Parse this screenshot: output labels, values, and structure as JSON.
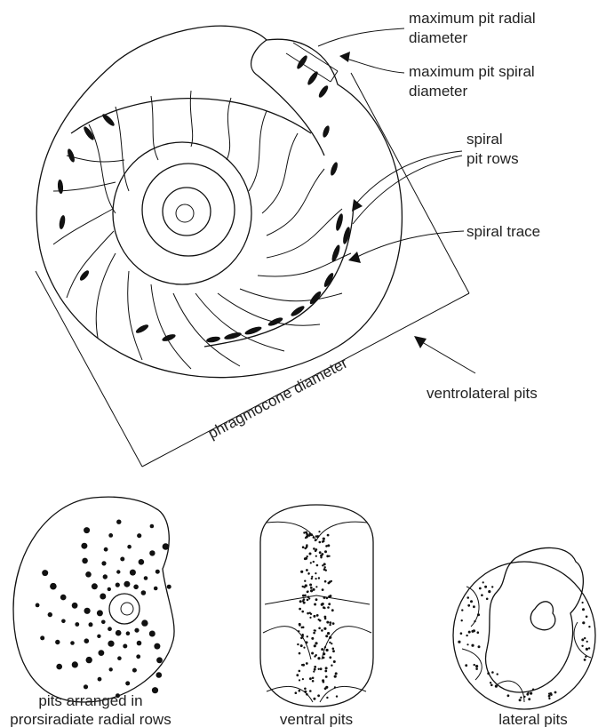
{
  "labels": {
    "max_pit_radial_1": "maximum pit radial",
    "max_pit_radial_2": "diameter",
    "max_pit_spiral_1": "maximum pit spiral",
    "max_pit_spiral_2": "diameter",
    "spiral_pit_rows_1": "spiral",
    "spiral_pit_rows_2": "pit rows",
    "spiral_trace": "spiral trace",
    "phragmocone_diameter": "phragmocone diameter",
    "ventrolateral_pits": "ventrolateral pits",
    "caption_left_1": "pits arranged in",
    "caption_left_2": "prorsiradiate radial rows",
    "caption_middle": "ventral pits",
    "caption_right": "lateral pits"
  }
}
